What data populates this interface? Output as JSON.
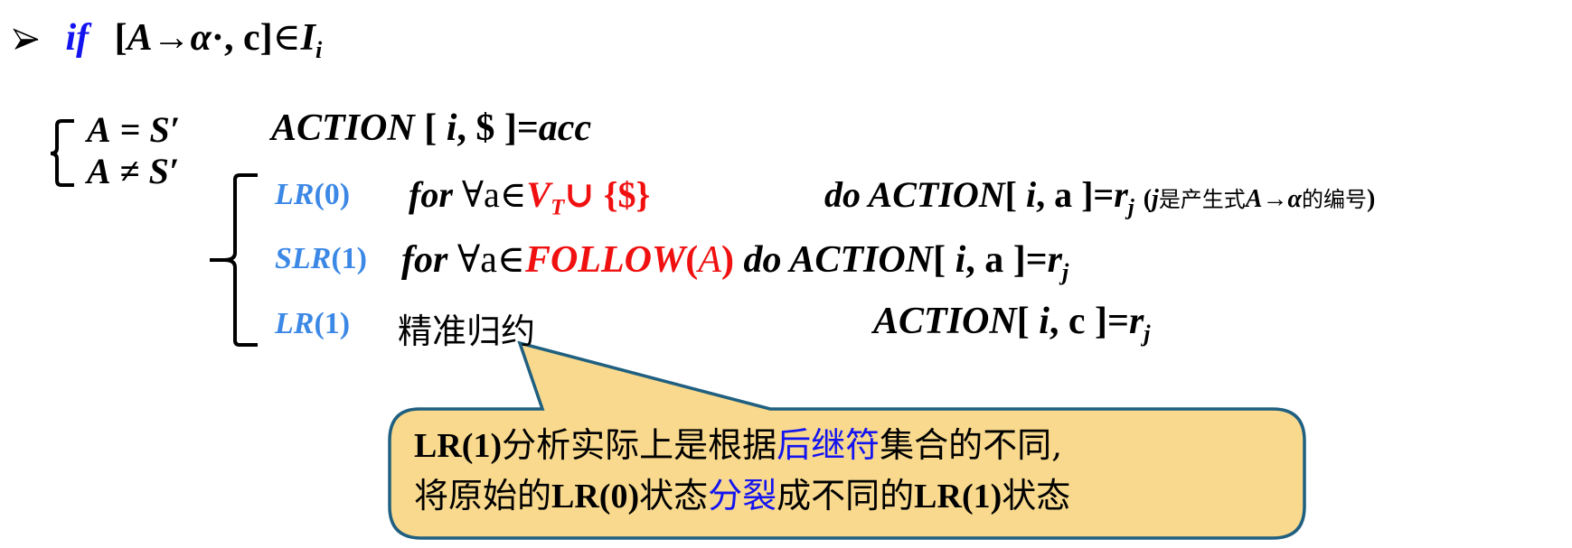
{
  "colors": {
    "keyword_blue": "#1414F0",
    "method_label_blue": "#3C88E6",
    "highlight_red": "#F01010",
    "callout_fill": "#F8D98D",
    "callout_border": "#1F5F80"
  },
  "header": {
    "bullet_icon": "arrowhead-bullet",
    "keyword": "if",
    "item_open": "[",
    "item_A": "A",
    "item_arrow": "→",
    "item_alpha": "α",
    "item_dot": "·",
    "item_comma_c": ", c]",
    "member": "∈",
    "set_I": "I",
    "set_sub": "i"
  },
  "case_accept": {
    "condition_A": "A",
    "condition_op": " = ",
    "condition_S": "S′",
    "action": "ACTION",
    "bracket": " [ ",
    "i": "i",
    "rest": ", $ ]=",
    "acc": "acc"
  },
  "case_reduce": {
    "condition_A": "A",
    "condition_op": " ≠ ",
    "condition_S": "S′"
  },
  "methods": [
    {
      "label": "LR",
      "label_paren": "(0)",
      "for": "for",
      "forall": " ∀a∈",
      "set": "V",
      "set_sub": "T",
      "set_rest": "∪ {$}",
      "do": "do",
      "action": " ACTION",
      "args_open": "[ ",
      "i": "i",
      "args_rest": ", a ]=",
      "r": "r",
      "r_sub": "j",
      "note_open": " (",
      "note_j": "j",
      "note_zh1": "是产生式",
      "note_A": "A",
      "note_arrow": "→",
      "note_alpha": "α",
      "note_zh2": "的编号",
      "note_close": ")"
    },
    {
      "label": "SLR",
      "label_paren": "(1)",
      "for": "for",
      "forall": " ∀a∈",
      "set": "FOLLOW",
      "set_arg_open": "(",
      "set_arg": "A",
      "set_arg_close": ")",
      "do": "do",
      "action": " ACTION",
      "args_open": "[ ",
      "i": "i",
      "args_rest": ", a ]=",
      "r": "r",
      "r_sub": "j"
    },
    {
      "label": "LR",
      "label_paren": "(1)",
      "desc_zh": "精准归约",
      "action": "ACTION",
      "args_open": "[ ",
      "i": "i",
      "args_rest": ", c ]=",
      "r": "r",
      "r_sub": "j"
    }
  ],
  "callout": {
    "line1": [
      {
        "text": "LR(1)",
        "style": "latin"
      },
      {
        "text": "分析实际上是根据",
        "style": "zh"
      },
      {
        "text": "后继符",
        "style": "zh-blue"
      },
      {
        "text": "集合的不同,",
        "style": "zh"
      }
    ],
    "line1_parts": {
      "a": "LR(1)",
      "b": "分析实际上是根据",
      "c": "后继符",
      "d": "集合的不同,"
    },
    "line2_parts": {
      "a": "将原始的",
      "b": "LR(0)",
      "c": "状态",
      "d": "分裂",
      "e": "成不同的",
      "f": "LR(1)",
      "g": "状态"
    }
  }
}
